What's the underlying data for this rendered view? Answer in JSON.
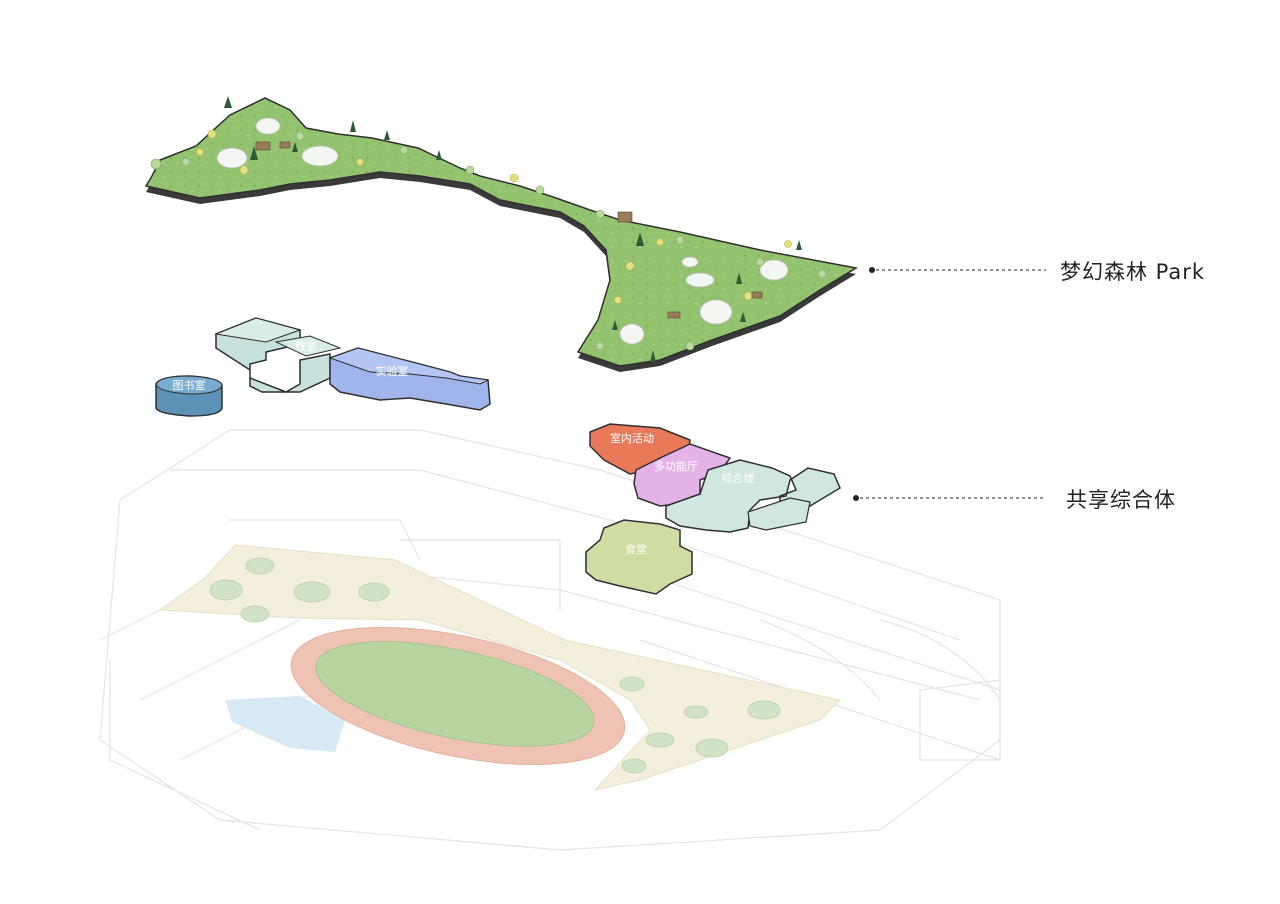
{
  "callouts": {
    "park": "梦幻森林 Park",
    "complex": "共享综合体"
  },
  "blocks": {
    "library": "图书室",
    "classroom": "教室",
    "lab": "实验室",
    "indoor": "室内活动",
    "multipurpose": "多功能厅",
    "meeting": "综合楼",
    "canteen": "食堂"
  },
  "colors": {
    "park_green": "#8fbf6a",
    "library_blue": "#6fa3c7",
    "lab_blue": "#a3b8ee",
    "mint": "#cfe6e1",
    "indoor_orange": "#ec8566",
    "multipurpose_pink": "#e7b8e8",
    "canteen_olive": "#cfdca2",
    "track_red": "#eec0b0",
    "field_green": "#b5d39a",
    "plaza_beige": "#f4efdc"
  }
}
